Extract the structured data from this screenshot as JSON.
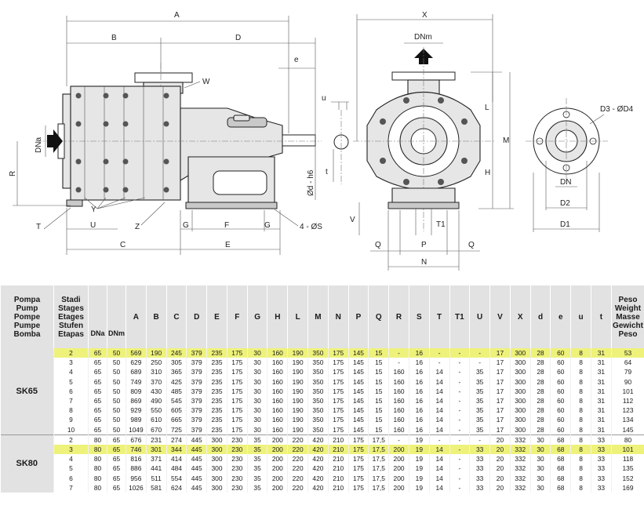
{
  "drawing": {
    "labels": {
      "A": "A",
      "B": "B",
      "D": "D",
      "e": "e",
      "W": "W",
      "DNa": "DNa",
      "R": "R",
      "Y": "Y",
      "Z": "Z",
      "T": "T",
      "U": "U",
      "C": "C",
      "G": "G",
      "F": "F",
      "E": "E",
      "S": "4 - ØS",
      "u": "u",
      "t": "t",
      "d": "Ød - h6",
      "X": "X",
      "DNm": "DNm",
      "L": "L",
      "M": "M",
      "H": "H",
      "V": "V",
      "T1": "T1",
      "Q": "Q",
      "P": "P",
      "N": "N",
      "D3D4": "D3 - ØD4",
      "DN": "DN",
      "D2": "D2",
      "D1": "D1"
    }
  },
  "table": {
    "header": {
      "pump": [
        "Pompa",
        "Pump",
        "Pompe",
        "Pumpe",
        "Bomba"
      ],
      "stages": [
        "Stadi",
        "Stages",
        "Etages",
        "Stufen",
        "Etapas"
      ],
      "weight": [
        "Peso",
        "Weight",
        "Masse",
        "Gewicht",
        "Peso"
      ],
      "columns": [
        "DNa",
        "DNm",
        "A",
        "B",
        "C",
        "D",
        "E",
        "F",
        "G",
        "H",
        "L",
        "M",
        "N",
        "P",
        "Q",
        "R",
        "S",
        "T",
        "T1",
        "U",
        "V",
        "X",
        "d",
        "e",
        "u",
        "t"
      ]
    },
    "groups": [
      {
        "model": "SK65",
        "rows": [
          {
            "hl": true,
            "v": [
              "2",
              "65",
              "50",
              "569",
              "190",
              "245",
              "379",
              "235",
              "175",
              "30",
              "160",
              "190",
              "350",
              "175",
              "145",
              "15",
              "-",
              "16",
              "-",
              "-",
              "-",
              "17",
              "300",
              "28",
              "60",
              "8",
              "31",
              "53"
            ]
          },
          {
            "hl": false,
            "v": [
              "3",
              "65",
              "50",
              "629",
              "250",
              "305",
              "379",
              "235",
              "175",
              "30",
              "160",
              "190",
              "350",
              "175",
              "145",
              "15",
              "-",
              "16",
              "-",
              "-",
              "-",
              "17",
              "300",
              "28",
              "60",
              "8",
              "31",
              "64"
            ]
          },
          {
            "hl": false,
            "v": [
              "4",
              "65",
              "50",
              "689",
              "310",
              "365",
              "379",
              "235",
              "175",
              "30",
              "160",
              "190",
              "350",
              "175",
              "145",
              "15",
              "160",
              "16",
              "14",
              "-",
              "35",
              "17",
              "300",
              "28",
              "60",
              "8",
              "31",
              "79"
            ]
          },
          {
            "hl": false,
            "v": [
              "5",
              "65",
              "50",
              "749",
              "370",
              "425",
              "379",
              "235",
              "175",
              "30",
              "160",
              "190",
              "350",
              "175",
              "145",
              "15",
              "160",
              "16",
              "14",
              "-",
              "35",
              "17",
              "300",
              "28",
              "60",
              "8",
              "31",
              "90"
            ]
          },
          {
            "hl": false,
            "v": [
              "6",
              "65",
              "50",
              "809",
              "430",
              "485",
              "379",
              "235",
              "175",
              "30",
              "160",
              "190",
              "350",
              "175",
              "145",
              "15",
              "160",
              "16",
              "14",
              "-",
              "35",
              "17",
              "300",
              "28",
              "60",
              "8",
              "31",
              "101"
            ]
          },
          {
            "hl": false,
            "v": [
              "7",
              "65",
              "50",
              "869",
              "490",
              "545",
              "379",
              "235",
              "175",
              "30",
              "160",
              "190",
              "350",
              "175",
              "145",
              "15",
              "160",
              "16",
              "14",
              "-",
              "35",
              "17",
              "300",
              "28",
              "60",
              "8",
              "31",
              "112"
            ]
          },
          {
            "hl": false,
            "v": [
              "8",
              "65",
              "50",
              "929",
              "550",
              "605",
              "379",
              "235",
              "175",
              "30",
              "160",
              "190",
              "350",
              "175",
              "145",
              "15",
              "160",
              "16",
              "14",
              "-",
              "35",
              "17",
              "300",
              "28",
              "60",
              "8",
              "31",
              "123"
            ]
          },
          {
            "hl": false,
            "v": [
              "9",
              "65",
              "50",
              "989",
              "610",
              "665",
              "379",
              "235",
              "175",
              "30",
              "160",
              "190",
              "350",
              "175",
              "145",
              "15",
              "160",
              "16",
              "14",
              "-",
              "35",
              "17",
              "300",
              "28",
              "60",
              "8",
              "31",
              "134"
            ]
          },
          {
            "hl": false,
            "v": [
              "10",
              "65",
              "50",
              "1049",
              "670",
              "725",
              "379",
              "235",
              "175",
              "30",
              "160",
              "190",
              "350",
              "175",
              "145",
              "15",
              "160",
              "16",
              "14",
              "-",
              "35",
              "17",
              "300",
              "28",
              "60",
              "8",
              "31",
              "145"
            ]
          }
        ]
      },
      {
        "model": "SK80",
        "rows": [
          {
            "hl": false,
            "v": [
              "2",
              "80",
              "65",
              "676",
              "231",
              "274",
              "445",
              "300",
              "230",
              "35",
              "200",
              "220",
              "420",
              "210",
              "175",
              "17,5",
              "-",
              "19",
              "-",
              "-",
              "-",
              "20",
              "332",
              "30",
              "68",
              "8",
              "33",
              "80"
            ]
          },
          {
            "hl": true,
            "v": [
              "3",
              "80",
              "65",
              "746",
              "301",
              "344",
              "445",
              "300",
              "230",
              "35",
              "200",
              "220",
              "420",
              "210",
              "175",
              "17,5",
              "200",
              "19",
              "14",
              "-",
              "33",
              "20",
              "332",
              "30",
              "68",
              "8",
              "33",
              "101"
            ]
          },
          {
            "hl": false,
            "v": [
              "4",
              "80",
              "65",
              "816",
              "371",
              "414",
              "445",
              "300",
              "230",
              "35",
              "200",
              "220",
              "420",
              "210",
              "175",
              "17,5",
              "200",
              "19",
              "14",
              "-",
              "33",
              "20",
              "332",
              "30",
              "68",
              "8",
              "33",
              "118"
            ]
          },
          {
            "hl": false,
            "v": [
              "5",
              "80",
              "65",
              "886",
              "441",
              "484",
              "445",
              "300",
              "230",
              "35",
              "200",
              "220",
              "420",
              "210",
              "175",
              "17,5",
              "200",
              "19",
              "14",
              "-",
              "33",
              "20",
              "332",
              "30",
              "68",
              "8",
              "33",
              "135"
            ]
          },
          {
            "hl": false,
            "v": [
              "6",
              "80",
              "65",
              "956",
              "511",
              "554",
              "445",
              "300",
              "230",
              "35",
              "200",
              "220",
              "420",
              "210",
              "175",
              "17,5",
              "200",
              "19",
              "14",
              "-",
              "33",
              "20",
              "332",
              "30",
              "68",
              "8",
              "33",
              "152"
            ]
          },
          {
            "hl": false,
            "v": [
              "7",
              "80",
              "65",
              "1026",
              "581",
              "624",
              "445",
              "300",
              "230",
              "35",
              "200",
              "220",
              "420",
              "210",
              "175",
              "17,5",
              "200",
              "19",
              "14",
              "-",
              "33",
              "20",
              "332",
              "30",
              "68",
              "8",
              "33",
              "169"
            ]
          }
        ]
      }
    ]
  }
}
